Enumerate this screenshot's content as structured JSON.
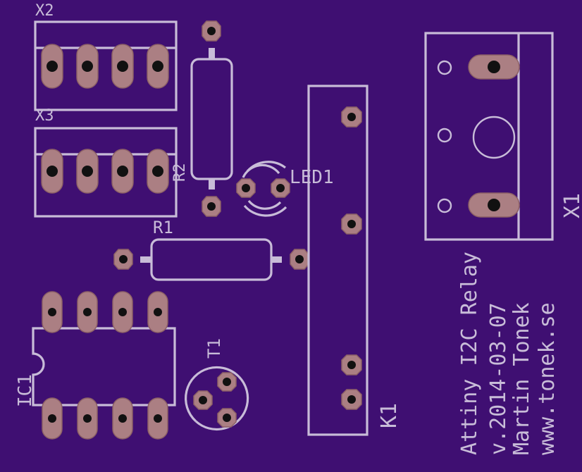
{
  "labels": {
    "x2": "X2",
    "x3": "X3",
    "r2": "R2",
    "led1": "LED1",
    "r1": "R1",
    "ic1": "IC1",
    "t1": "T1",
    "k1": "K1",
    "x1": "X1"
  },
  "credits": [
    "Attiny I2C Relay",
    "v.2014-03-07",
    "Martin Tonek",
    "www.tonek.se"
  ],
  "colors": {
    "board": "#3f0f72",
    "silkscreen": "#c8bcd8",
    "pad": "#ab7f83",
    "drill": "#111111"
  }
}
